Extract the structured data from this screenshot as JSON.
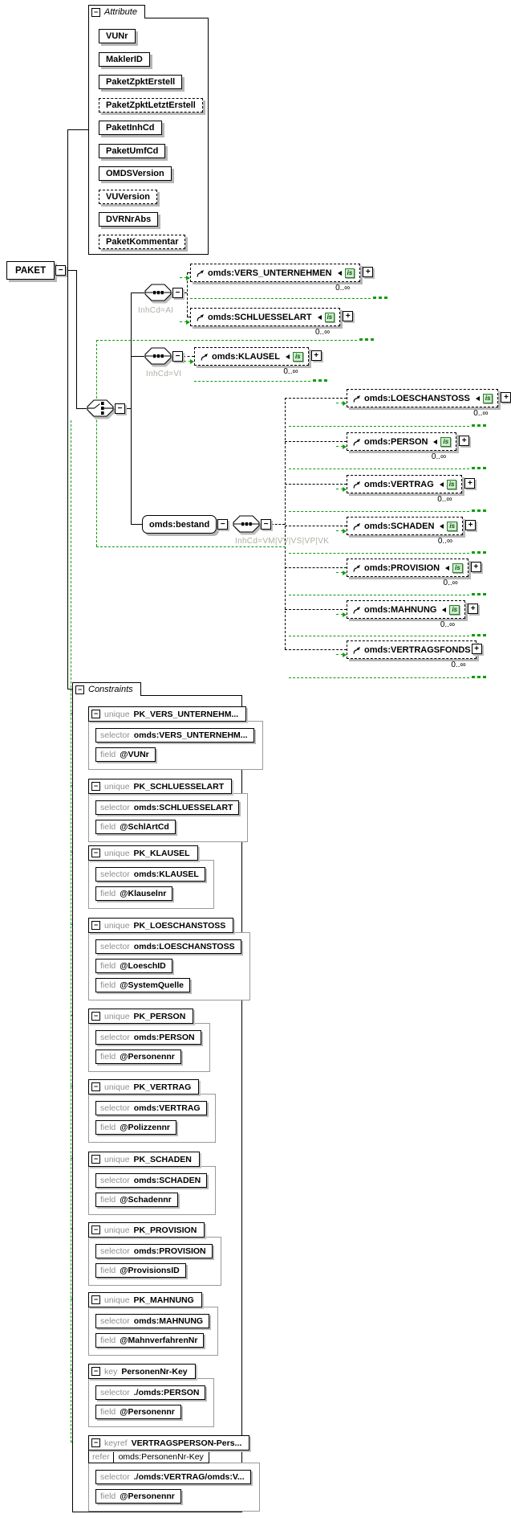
{
  "root": {
    "label": "PAKET"
  },
  "glyphs": {
    "plus": "+",
    "minus": "−",
    "badge_is": "is"
  },
  "attribute_panel": {
    "title": "Attribute",
    "items": [
      {
        "label": "VUNr"
      },
      {
        "label": "MaklerID"
      },
      {
        "label": "PaketZpktErstell"
      },
      {
        "label": "PaketZpktLetztErstell"
      },
      {
        "label": "PaketInhCd"
      },
      {
        "label": "PaketUmfCd"
      },
      {
        "label": "OMDSVersion"
      },
      {
        "label": "VUVersion"
      },
      {
        "label": "DVRNrAbs"
      },
      {
        "label": "PaketKommentar"
      }
    ]
  },
  "tree": {
    "seq_ai_label": "InhCd=AI",
    "seq_vi_label": "InhCd=VI",
    "bestand": {
      "label": "omds:bestand",
      "seq_label": "InhCd=VM|VV|VS|VP|VK"
    }
  },
  "refs": [
    {
      "name": "omds:VERS_UNTERNEHMEN",
      "occurs": "0..∞"
    },
    {
      "name": "omds:SCHLUESSELART",
      "occurs": "0..∞"
    },
    {
      "name": "omds:KLAUSEL",
      "occurs": "0..∞"
    },
    {
      "name": "omds:LOESCHANSTOSS",
      "occurs": "0..∞"
    },
    {
      "name": "omds:PERSON",
      "occurs": "0..∞"
    },
    {
      "name": "omds:VERTRAG",
      "occurs": "0..∞"
    },
    {
      "name": "omds:SCHADEN",
      "occurs": "0..∞"
    },
    {
      "name": "omds:PROVISION",
      "occurs": "0..∞"
    },
    {
      "name": "omds:MAHNUNG",
      "occurs": "0..∞"
    },
    {
      "name": "omds:VERTRAGSFONDS",
      "occurs": "0..∞"
    }
  ],
  "constraints": {
    "title": "Constraints",
    "selector_label": "selector",
    "field_label": "field",
    "items": [
      {
        "kind": "unique",
        "name": "PK_VERS_UNTERNEHM...",
        "selector": "omds:VERS_UNTERNEHM...",
        "fields": [
          "@VUNr"
        ]
      },
      {
        "kind": "unique",
        "name": "PK_SCHLUESSELART",
        "selector": "omds:SCHLUESSELART",
        "fields": [
          "@SchlArtCd"
        ]
      },
      {
        "kind": "unique",
        "name": "PK_KLAUSEL",
        "selector": "omds:KLAUSEL",
        "fields": [
          "@Klauselnr"
        ]
      },
      {
        "kind": "unique",
        "name": "PK_LOESCHANSTOSS",
        "selector": "omds:LOESCHANSTOSS",
        "fields": [
          "@LoeschID",
          "@SystemQuelle"
        ]
      },
      {
        "kind": "unique",
        "name": "PK_PERSON",
        "selector": "omds:PERSON",
        "fields": [
          "@Personennr"
        ]
      },
      {
        "kind": "unique",
        "name": "PK_VERTRAG",
        "selector": "omds:VERTRAG",
        "fields": [
          "@Polizzennr"
        ]
      },
      {
        "kind": "unique",
        "name": "PK_SCHADEN",
        "selector": "omds:SCHADEN",
        "fields": [
          "@Schadennr"
        ]
      },
      {
        "kind": "unique",
        "name": "PK_PROVISION",
        "selector": "omds:PROVISION",
        "fields": [
          "@ProvisionsID"
        ]
      },
      {
        "kind": "unique",
        "name": "PK_MAHNUNG",
        "selector": "omds:MAHNUNG",
        "fields": [
          "@MahnverfahrenNr"
        ]
      },
      {
        "kind": "key",
        "name": "PersonenNr-Key",
        "selector": "./omds:PERSON",
        "fields": [
          "@Personennr"
        ]
      },
      {
        "kind": "keyref",
        "name": "VERTRAGSPERSON-Pers...",
        "refer_label": "refer",
        "refer": "omds:PersonenNr-Key",
        "selector": "./omds:VERTRAG/omds:V...",
        "fields": [
          "@Personennr"
        ]
      }
    ]
  }
}
